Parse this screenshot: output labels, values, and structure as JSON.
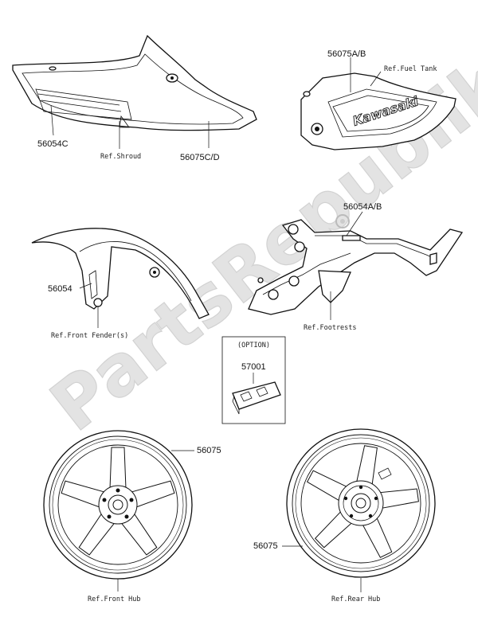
{
  "watermark": "PartsRepublik",
  "option_box": {
    "title": "(OPTION)",
    "part_number": "57001"
  },
  "shroud_labels": {
    "part_a": "56054C",
    "ref": "Ref.Shroud",
    "part_b": "56075C/D"
  },
  "tank_labels": {
    "part": "56075A/B",
    "ref": "Ref.Fuel Tank",
    "decal_text": "Kawasaki"
  },
  "fender_labels": {
    "part": "56054",
    "ref": "Ref.Front Fender(s)"
  },
  "footrest_labels": {
    "part": "56054A/B",
    "ref": "Ref.Footrests"
  },
  "front_wheel_labels": {
    "part": "56075",
    "ref": "Ref.Front Hub"
  },
  "rear_wheel_labels": {
    "part": "56075",
    "ref": "Ref.Rear Hub"
  }
}
